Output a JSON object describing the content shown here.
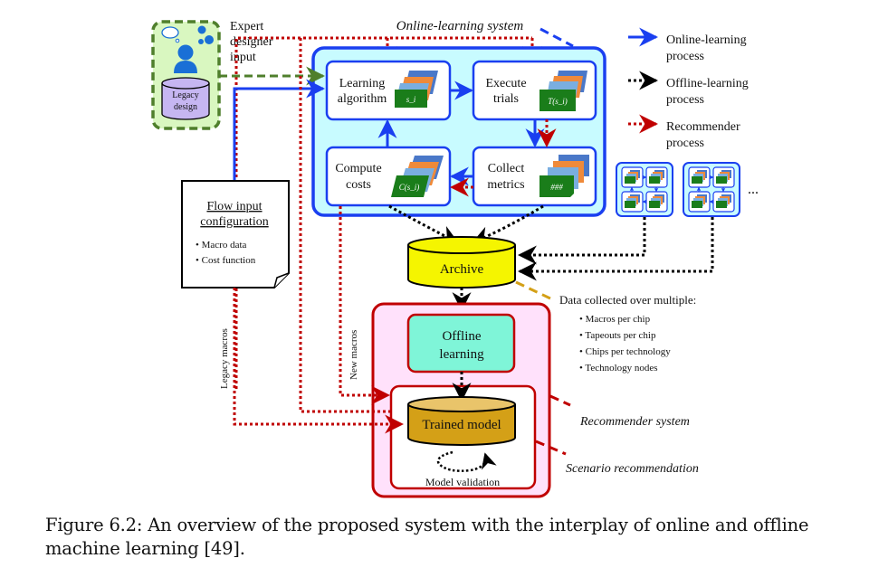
{
  "figure": {
    "caption": "Figure 6.2:  An overview of the proposed system with the interplay of online and offline machine learning [49]."
  },
  "expert": {
    "label_lines": [
      "Expert",
      "designer",
      "input"
    ],
    "db_label_lines": [
      "Legacy",
      "design"
    ],
    "icons": [
      "person-icon",
      "thought-cloud-icon",
      "gear-icon"
    ]
  },
  "online_system": {
    "title": "Online-learning system",
    "nodes": [
      {
        "id": "learning",
        "lines": [
          "Learning",
          "algorithm"
        ],
        "card_text": "s_i"
      },
      {
        "id": "execute",
        "lines": [
          "Execute",
          "trials"
        ],
        "card_text": "T(s_i)"
      },
      {
        "id": "collect",
        "lines": [
          "Collect",
          "metrics"
        ],
        "card_text": "###"
      },
      {
        "id": "compute",
        "lines": [
          "Compute",
          "costs"
        ],
        "card_text": "C(s_i)"
      }
    ]
  },
  "flow_input": {
    "title_lines": [
      "Flow input",
      "configuration"
    ],
    "bullets": [
      "Macro data",
      "Cost function"
    ]
  },
  "archive": {
    "label": "Archive"
  },
  "data_collected": {
    "title": "Data collected over multiple:",
    "bullets": [
      "Macros per chip",
      "Tapeouts per chip",
      "Chips per technology",
      "Technology nodes"
    ]
  },
  "recommender": {
    "offline_lines": [
      "Offline",
      "learning"
    ],
    "trained_model": "Trained model",
    "model_validation": "Model validation",
    "recommender_system_label": "Recommender system",
    "scenario_label": "Scenario recommendation"
  },
  "side_labels": {
    "legacy_macros": "Legacy macros",
    "new_macros": "New macros"
  },
  "mini_systems": {
    "ellipsis": "..."
  },
  "legend": {
    "items": [
      {
        "lines": [
          "Online-learning",
          "process"
        ],
        "color": "#1a3ff0",
        "style": "solid"
      },
      {
        "lines": [
          "Offline-learning",
          "process"
        ],
        "color": "#000000",
        "style": "dotted"
      },
      {
        "lines": [
          "Recommender",
          "process"
        ],
        "color": "#c00000",
        "style": "dotted"
      }
    ]
  },
  "colors": {
    "online_blue": "#1a3ff0",
    "online_fill": "#c8fbff",
    "recommender_red": "#c00000",
    "recommender_fill": "#ffe1fb",
    "expert_green": "#4f7f2c",
    "expert_fill": "#d9f7c0",
    "archive_yellow": "#f5f500",
    "trained_gold": "#d4a017",
    "offline_teal": "#7ff5d8",
    "legacy_purple": "#c6b6f2",
    "card_green": "#1a7d1a",
    "card_orange": "#ef8a3a",
    "card_blue": "#4a78c8",
    "card_lightblue": "#7aaee0"
  }
}
